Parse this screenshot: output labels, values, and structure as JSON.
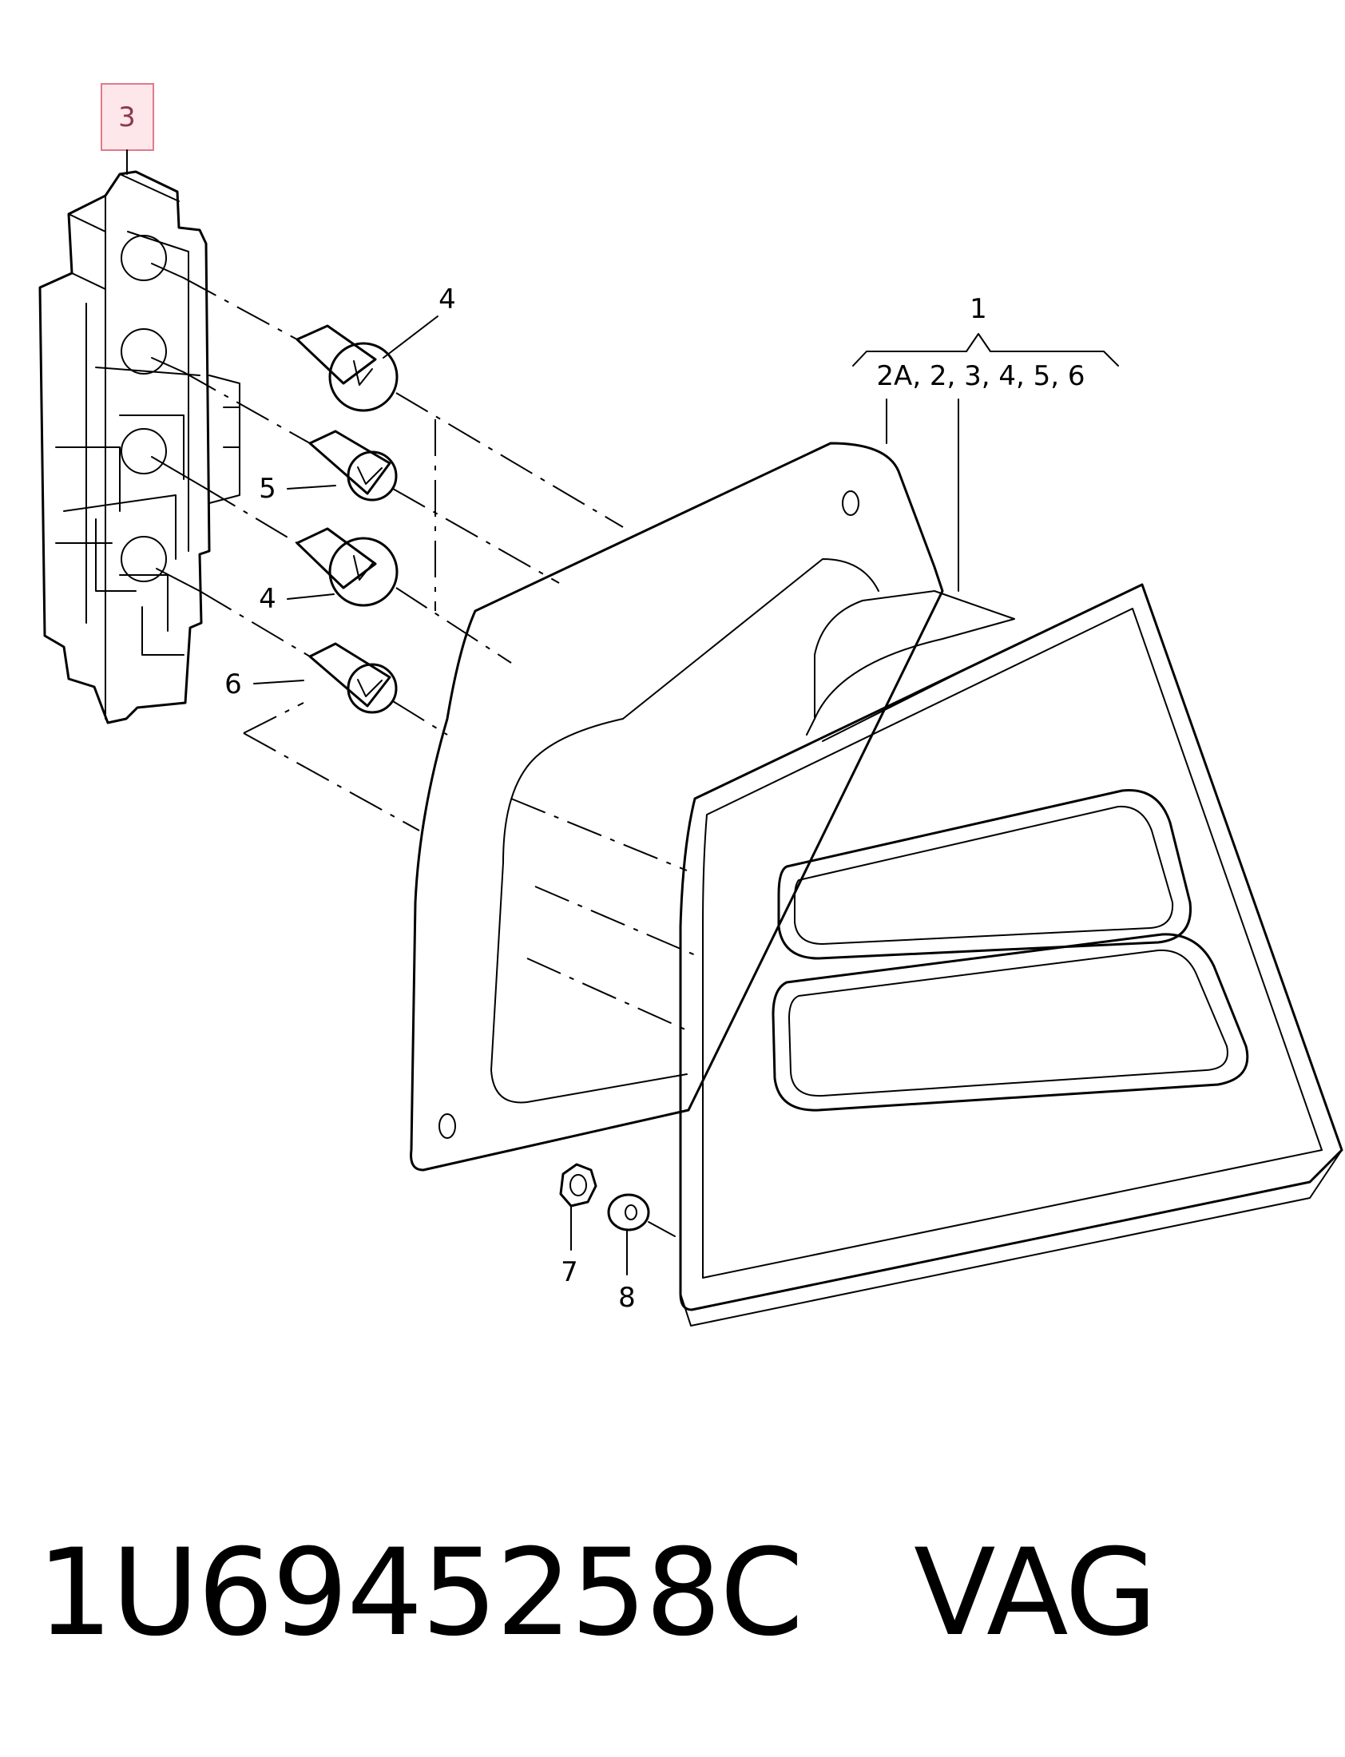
{
  "callouts": {
    "c3": "3",
    "c4a": "4",
    "c5": "5",
    "c4b": "4",
    "c6": "6",
    "c1": "1",
    "c1_items": "2A,  2, 3, 4, 5, 6",
    "c7": "7",
    "c8": "8"
  },
  "caption": {
    "part_number": "1U6945258C",
    "manufacturer": "VAG"
  },
  "colors": {
    "highlight_fill": "#fde7ea",
    "highlight_stroke": "#e07a8a",
    "line": "#000000"
  }
}
